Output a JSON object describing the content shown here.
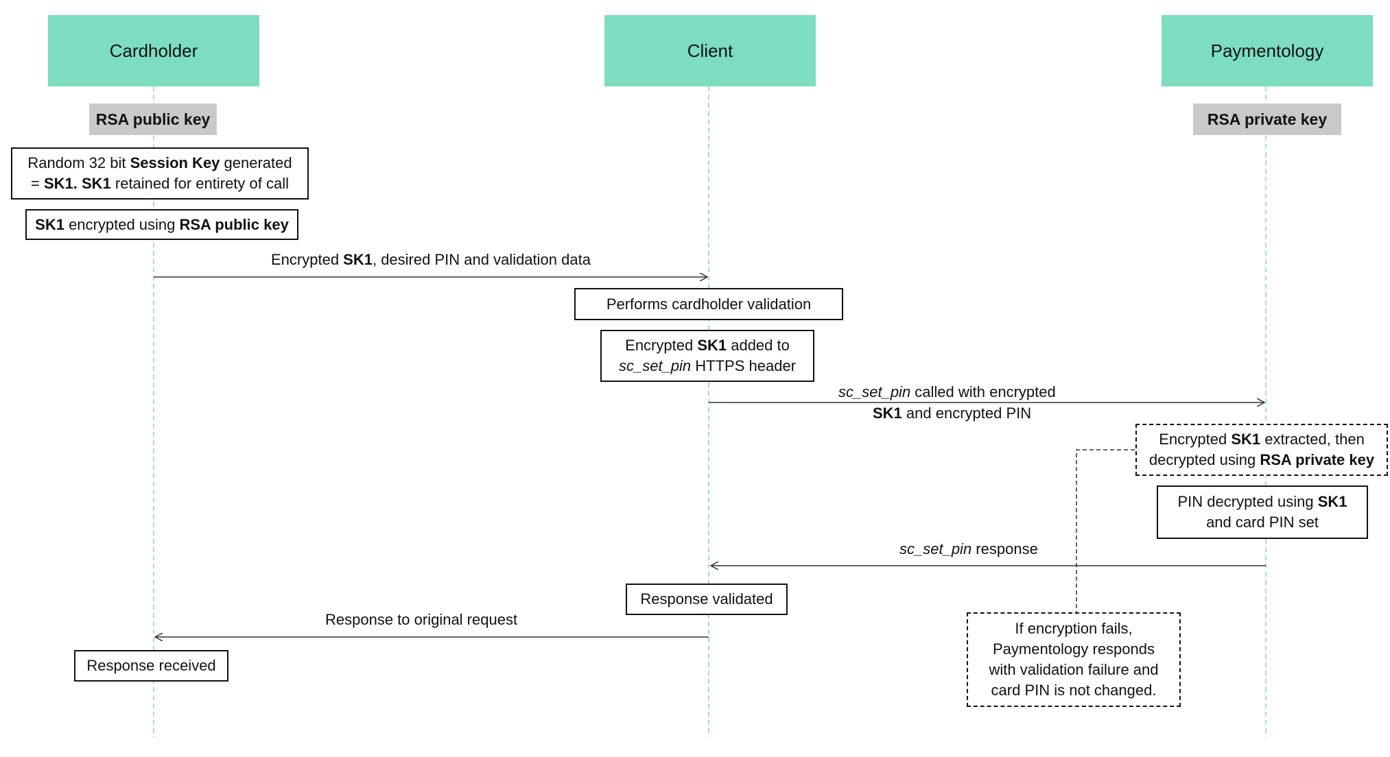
{
  "colors": {
    "actor_fill": "#7dddc1",
    "key_fill": "#c9c9c9",
    "lifeline": "#7fd9c3",
    "line": "#333333"
  },
  "actors": {
    "cardholder": "Cardholder",
    "client": "Client",
    "paymentology": "Paymentology"
  },
  "keys": {
    "public": "RSA public key",
    "private": "RSA private key"
  },
  "steps": {
    "session_key": {
      "a": "Random 32 bit ",
      "b": "Session Key",
      "c": " generated",
      "d": "= ",
      "e": "SK1. SK1",
      "f": " retained for entirety of call"
    },
    "sk1_encrypted": {
      "a": "SK1",
      "b": " encrypted using ",
      "c": "RSA public key"
    },
    "msg_encrypted": {
      "a": "Encrypted ",
      "b": "SK1",
      "c": ", desired PIN and validation data"
    },
    "validation": "Performs cardholder validation",
    "header": {
      "a": "Encrypted ",
      "b": "SK1",
      "c": " added to",
      "d": "sc_set_pin",
      "e": " HTTPS header"
    },
    "msg_call": {
      "a": "sc_set_pin",
      "b": " called with encrypted",
      "c": "SK1",
      "d": " and encrypted PIN"
    },
    "extract": {
      "a": "Encrypted ",
      "b": "SK1",
      "c": " extracted, then",
      "d": "decrypted using ",
      "e": "RSA private key"
    },
    "pin_set": {
      "a": "PIN decrypted using ",
      "b": "SK1",
      "c": "and card PIN set"
    },
    "msg_response": {
      "a": "sc_set_pin",
      "b": " response"
    },
    "response_validated": "Response validated",
    "msg_original": "Response to original request",
    "response_received": "Response received",
    "failure": {
      "l1": "If encryption fails,",
      "l2": "Paymentology responds",
      "l3": "with validation failure and",
      "l4": "card PIN is not changed."
    }
  }
}
